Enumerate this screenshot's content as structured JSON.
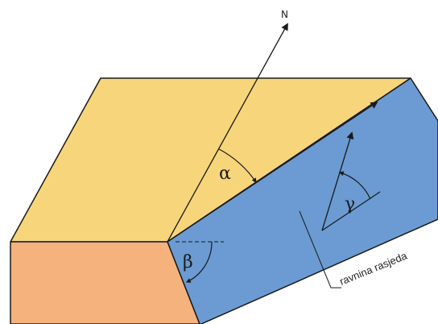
{
  "labels": {
    "north": "N",
    "alpha": "α",
    "beta": "β",
    "gamma": "γ",
    "plane": "ravnina rasjeda"
  },
  "colors": {
    "top_face": "#f7d57a",
    "fault_plane": "#6b9bd2",
    "front_face": "#f5b27c",
    "outline": "#1a1a1a"
  }
}
